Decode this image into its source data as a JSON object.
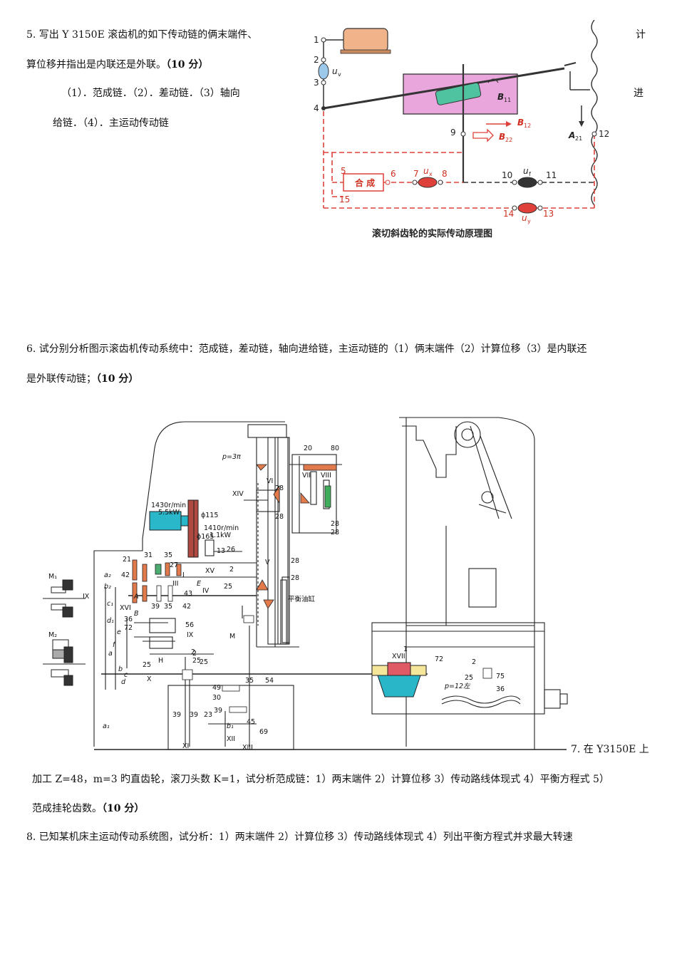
{
  "q5": {
    "line1": "5. 写出 Y 3150E 滚齿机的如下传动链的俩末端件、",
    "line1_end": "计",
    "line2": "算位移并指出是内联还是外联。",
    "line2_score": "（10 分）",
    "line3": "（1）．范成链．（2）．差动链．（3）轴向",
    "line3_end": "进",
    "line4": "给链．（4）．主运动传动链"
  },
  "fig1": {
    "caption": "滚切斜齿轮的实际传动原理图",
    "labels": {
      "n1": "1",
      "n2": "2",
      "n3": "3",
      "n4": "4",
      "n5": "5",
      "n6": "6",
      "n7": "7",
      "n8": "8",
      "n9": "9",
      "n10": "10",
      "n11": "11",
      "n12": "12",
      "n13": "13",
      "n14": "14",
      "n15": "15",
      "uv": "u",
      "uv_sub": "v",
      "ux": "u",
      "ux_sub": "x",
      "uf": "u",
      "uf_sub": "f",
      "uy": "u",
      "uy_sub": "y",
      "b11": "B",
      "b11_sub": "11",
      "b12": "B",
      "b12_sub": "12",
      "b22": "B",
      "b22_sub": "22",
      "a21": "A",
      "a21_sub": "21",
      "hebox": "合 成"
    }
  },
  "q6": {
    "line1": "6. 试分别分析图示滚齿机传动系统中：范成链，差动链，轴向进给链，主运动链的（1）俩末端件（2）计算位移（3）是内联还",
    "line2": "是外联传动链；",
    "line2_score": "（10 分）"
  },
  "fig2": {
    "labels": {
      "motor1": "1430r/min",
      "motor1b": "5.5kW",
      "motor2": "1410r/min",
      "motor2b": "1.1kW",
      "phi115": "ϕ115",
      "phi165": "ϕ165",
      "p3pi": "p=3π",
      "p12": "p=12左",
      "balance": "平衡油缸",
      "m1": "M₁",
      "m2": "M₂",
      "m": "M",
      "r_xiv": "XIV",
      "r_vi": "VI",
      "r_vii": "VII",
      "r_viii": "VIII",
      "r_xv": "XV",
      "r_iv": "IV",
      "r_iii": "III",
      "r_v": "V",
      "r_xvi": "XVI",
      "r_ix": "IX",
      "r_ix2": "IX",
      "r_x": "X",
      "r_xi": "XI",
      "r_xii": "XII",
      "r_xiii": "XIII",
      "r_xvii": "XVII",
      "r_i": "I",
      "r_h": "H",
      "g20": "20",
      "g80": "80",
      "g28a": "28",
      "g28b": "28",
      "g28c": "28",
      "g28d": "28",
      "g28e": "28",
      "g28f": "28",
      "g13": "13",
      "g26": "26",
      "g2a": "2",
      "g25a": "25",
      "g21": "21",
      "g31": "31",
      "g35": "35",
      "g27": "27",
      "g42a": "42",
      "g42b": "42",
      "g43": "43",
      "g39a": "39",
      "g35b": "35",
      "g36": "36",
      "g72a": "72",
      "g56": "56",
      "g25b": "25",
      "g2b": "2",
      "g25c": "25",
      "g49": "49",
      "g35c": "35",
      "g54": "54",
      "g30": "30",
      "g39b": "39",
      "g45": "45",
      "g39c": "39",
      "g39d": "39",
      "g23": "23",
      "g69": "69",
      "g1": "1",
      "g72b": "72",
      "g2c": "2",
      "g25d": "25",
      "g75": "75",
      "g36b": "36",
      "g2d": "2",
      "g25e": "25",
      "la1": "a₁",
      "lb1": "b₁",
      "lc1": "c₁",
      "ld1": "d₁",
      "la2": "a₂",
      "lb2": "b₂",
      "la": "a",
      "lb": "b",
      "lc": "c",
      "ld": "d",
      "le": "e",
      "lf": "f",
      "lA": "A",
      "lB": "B",
      "lE": "E"
    }
  },
  "q7": {
    "line1": "7. 在  Y3150E  上",
    "line2": "加工 Z=48，m=3 旳直齿轮，滚刀头数 K=1，试分析范成链：1）两末端件 2）计算位移 3）传动路线体现式 4）平衡方程式 5）",
    "line3": "范成挂轮齿数。",
    "line3_score": "（10 分）"
  },
  "q8": {
    "line1": "8. 已知某机床主运动传动系统图，试分析：1）两末端件 2）计算位移 3）传动路线体现式 4）列出平衡方程式并求最大转速"
  },
  "colors": {
    "pink_box": "#e9a6dd",
    "green_roller": "#4fc3a0",
    "red_dash": "#e0403a",
    "motor": "#f0b38a",
    "cyan_motor": "#2ab7c9"
  }
}
